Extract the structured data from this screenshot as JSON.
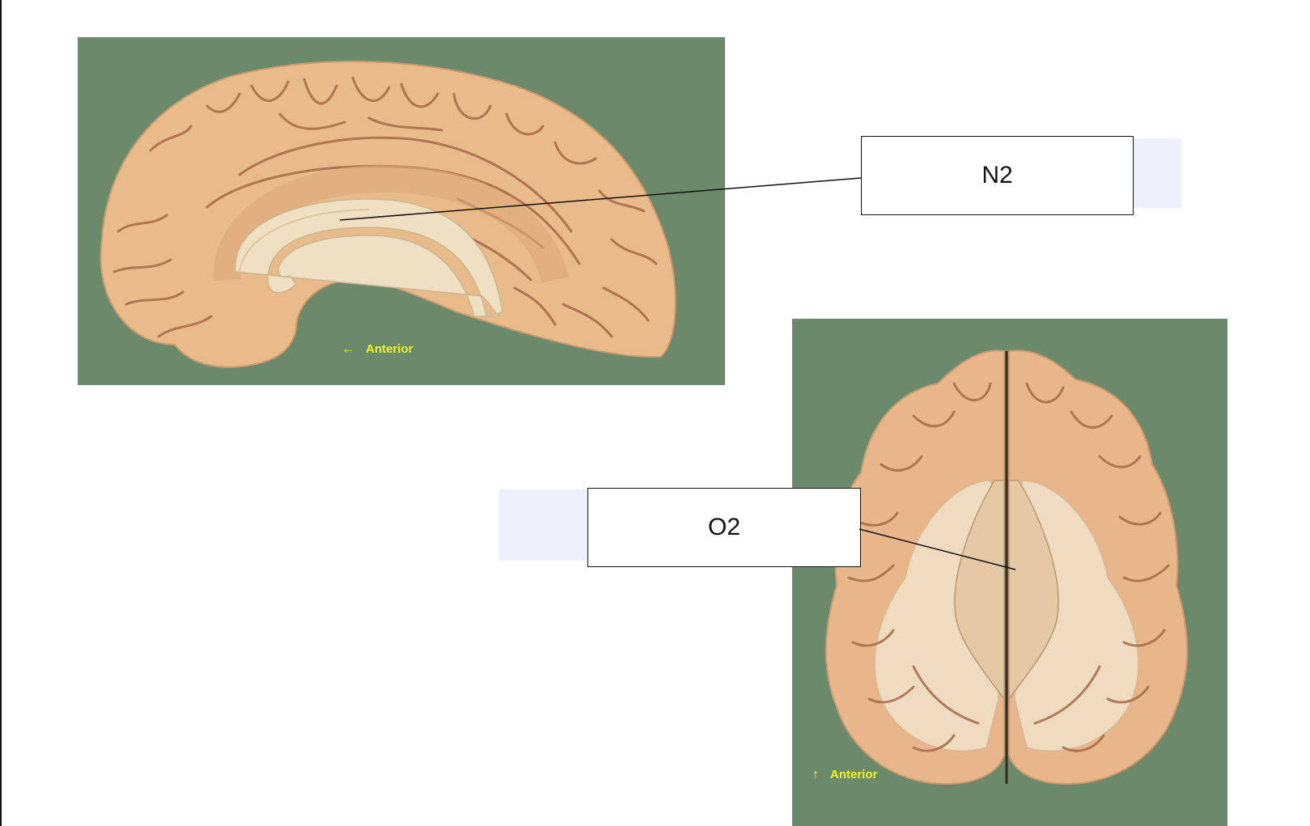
{
  "figures": [
    {
      "view": "sagittal",
      "orientation": {
        "arrow": "←",
        "text": "Anterior"
      },
      "background": "#6b8a6c"
    },
    {
      "view": "horizontal",
      "orientation": {
        "arrow": "↑",
        "text": "Anterior"
      },
      "background": "#6b8a6c"
    }
  ],
  "labels": {
    "n2": "N2",
    "o2": "O2"
  },
  "colors": {
    "tissue": "#e8b98c",
    "sulcus": "#9a5f3e",
    "white_matter": "#efe0c2",
    "yellow_text": "#f2f22a",
    "label_tint": "#eef1fb"
  }
}
